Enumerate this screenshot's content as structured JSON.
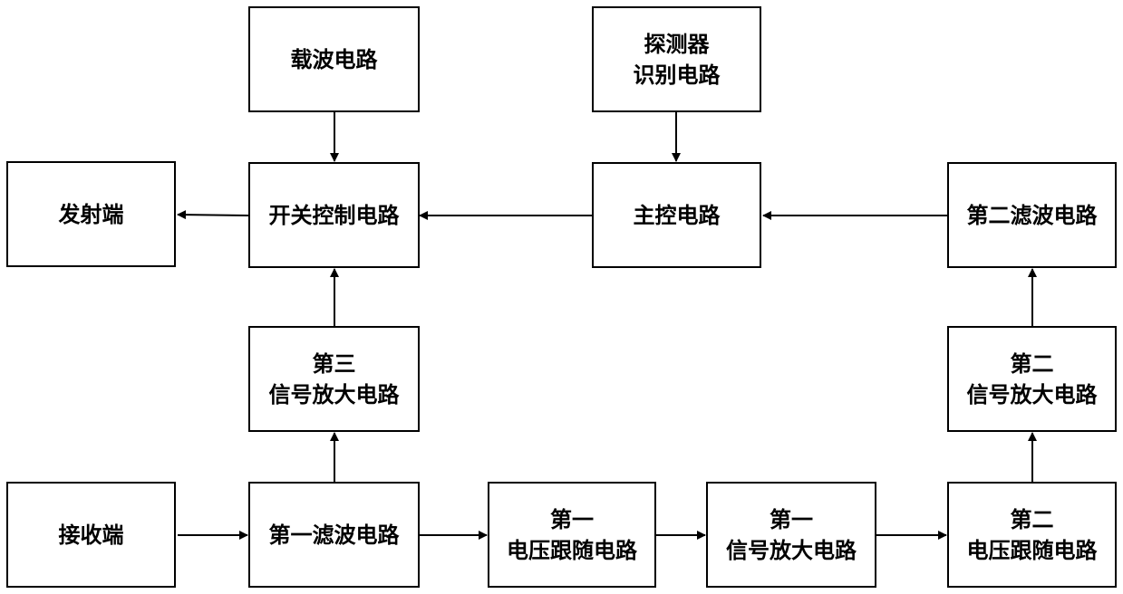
{
  "blocks": {
    "carrier": {
      "lines": [
        "载波电路"
      ]
    },
    "detector": {
      "lines": [
        "探测器",
        "识别电路"
      ]
    },
    "transmitter": {
      "lines": [
        "发射端"
      ]
    },
    "switch_control": {
      "lines": [
        "开关控制电路"
      ]
    },
    "main_control": {
      "lines": [
        "主控电路"
      ]
    },
    "second_filter": {
      "lines": [
        "第二滤波电路"
      ]
    },
    "third_amp": {
      "lines": [
        "第三",
        "信号放大电路"
      ]
    },
    "second_amp": {
      "lines": [
        "第二",
        "信号放大电路"
      ]
    },
    "receiver": {
      "lines": [
        "接收端"
      ]
    },
    "first_filter": {
      "lines": [
        "第一滤波电路"
      ]
    },
    "first_follower": {
      "lines": [
        "第一",
        "电压跟随电路"
      ]
    },
    "first_amp": {
      "lines": [
        "第一",
        "信号放大电路"
      ]
    },
    "second_follower": {
      "lines": [
        "第二",
        "电压跟随电路"
      ]
    }
  }
}
